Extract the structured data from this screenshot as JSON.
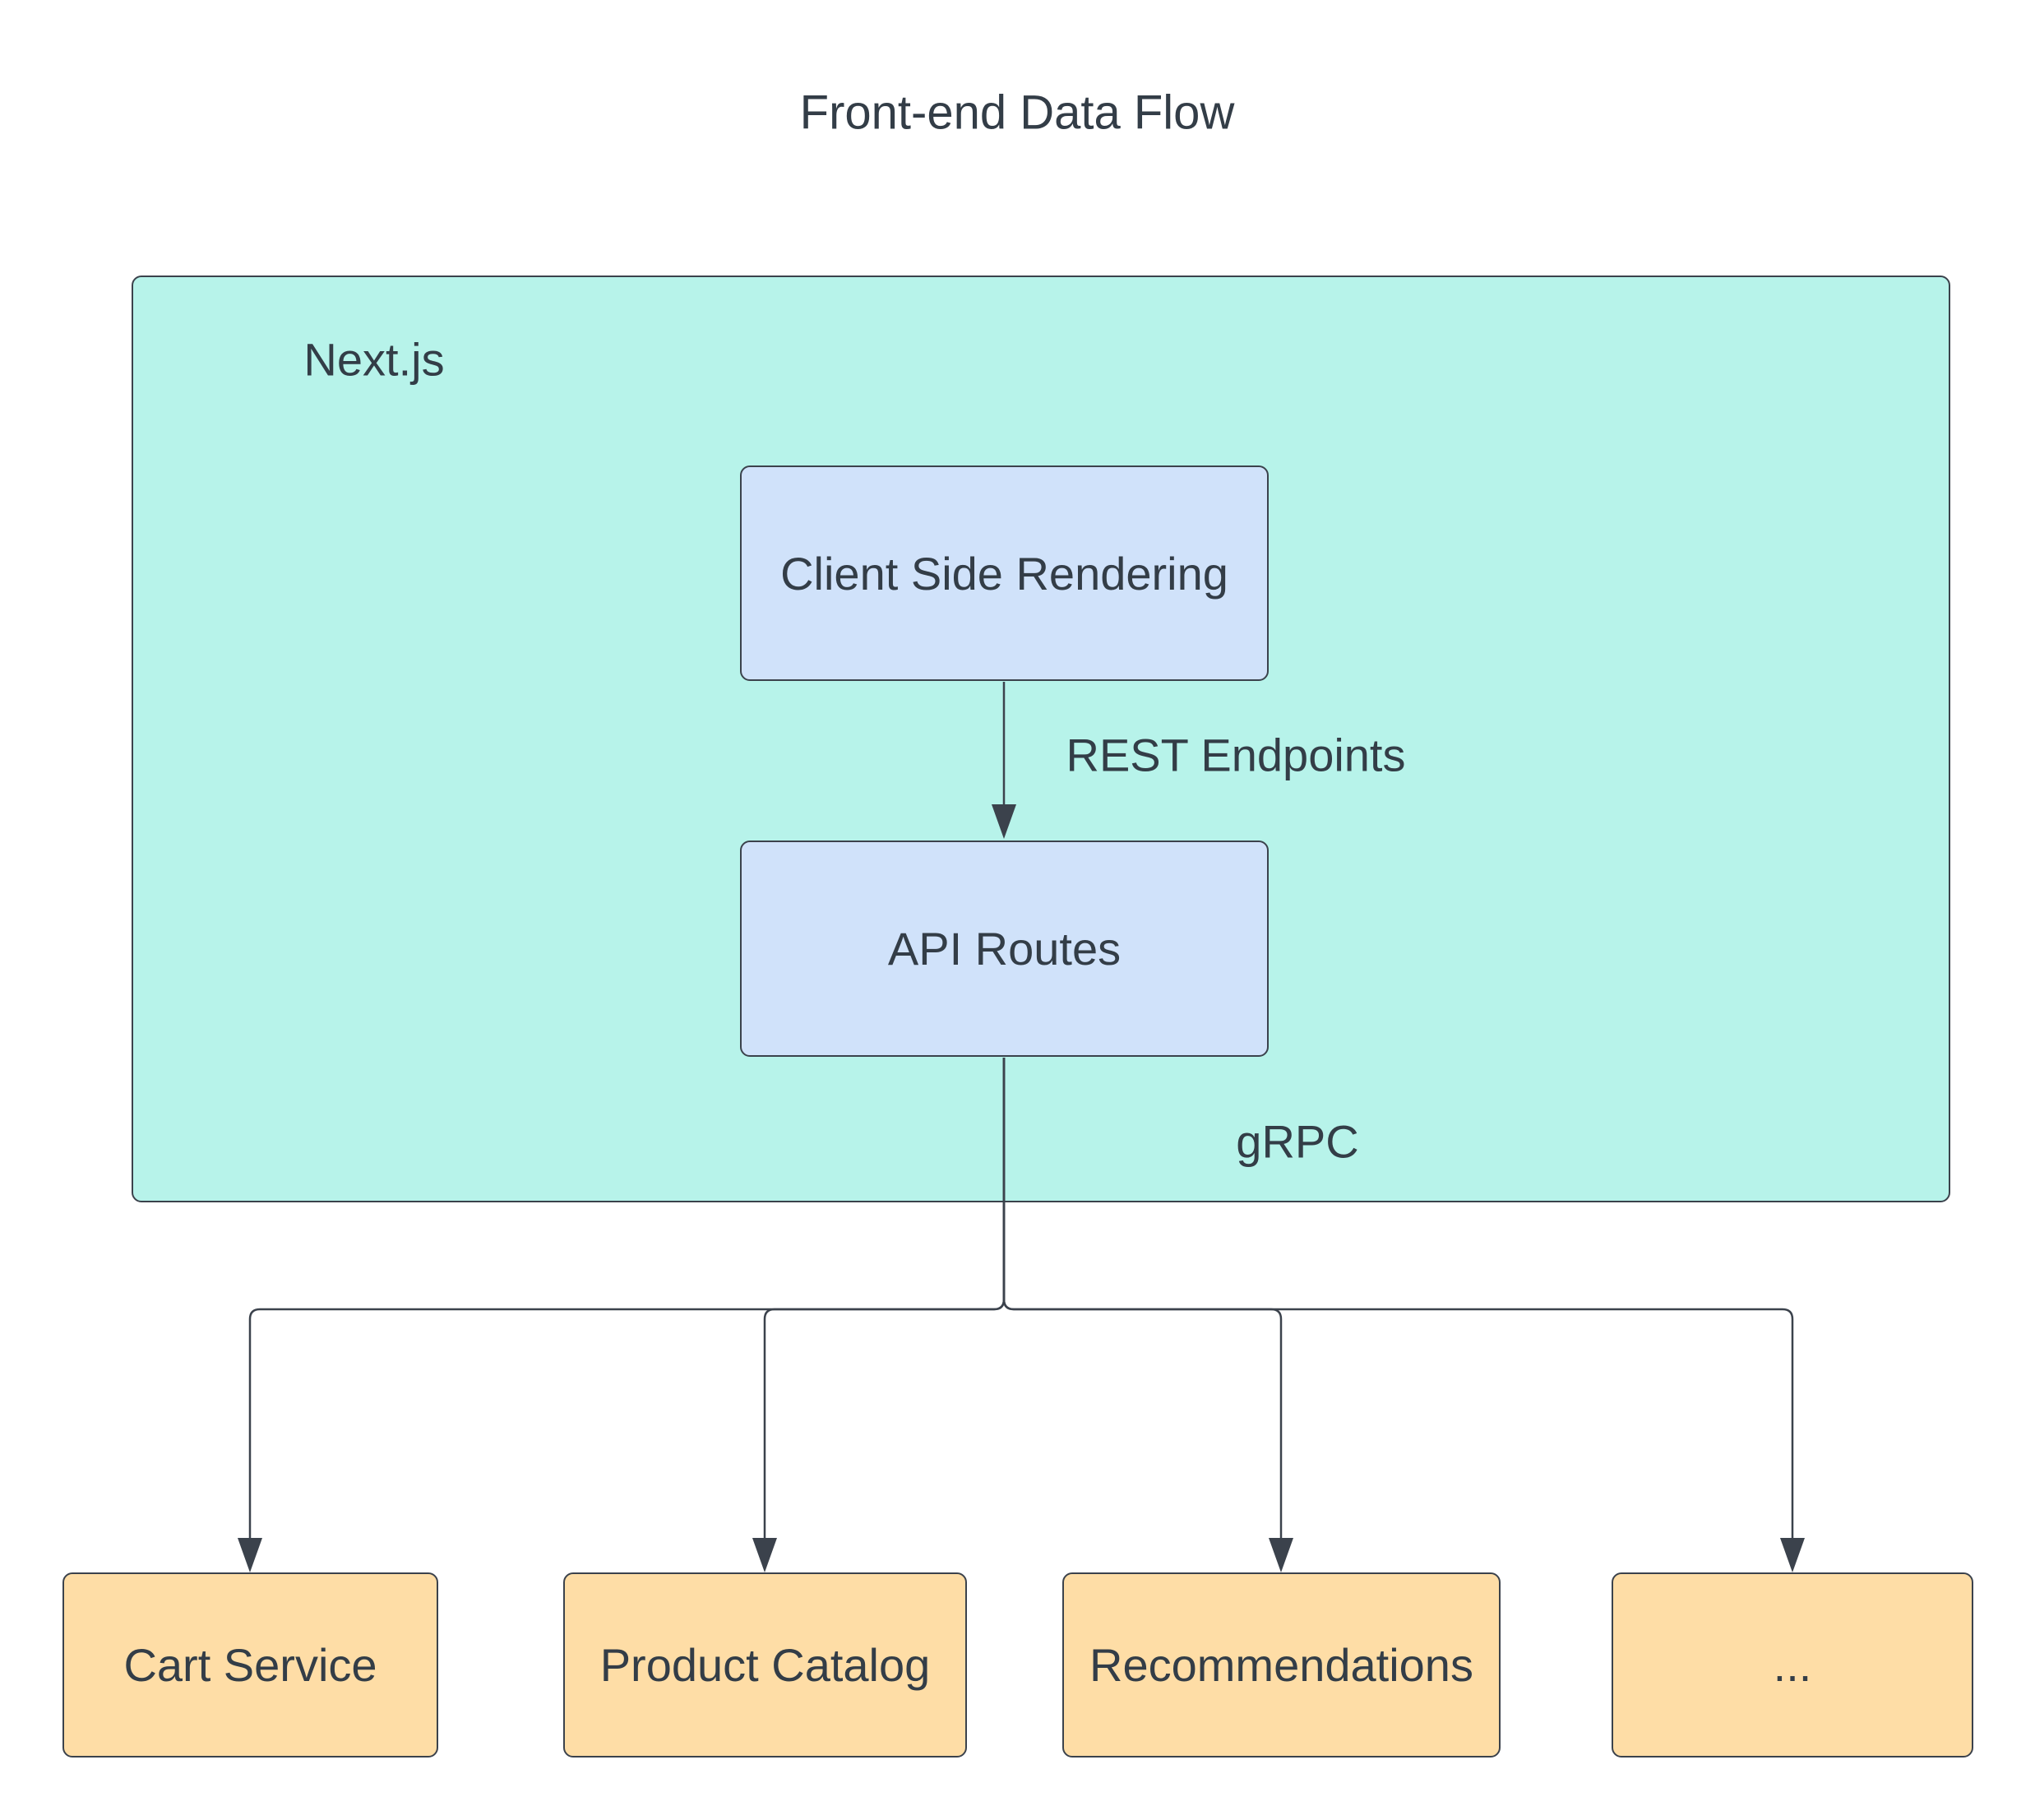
{
  "title": "Front-end Data Flow",
  "container": {
    "label": "Next.js"
  },
  "nodes": {
    "csr": {
      "label": "Client Side Rendering"
    },
    "api": {
      "label": "API Routes"
    },
    "cart": {
      "label": "Cart Service"
    },
    "product": {
      "label": "Product Catalog"
    },
    "recommendations": {
      "label": "Recommendations"
    },
    "more": {
      "label": "..."
    }
  },
  "edge_labels": {
    "rest": "REST Endpoints",
    "grpc": "gRPC"
  },
  "colors": {
    "teal": "#b7f3ea",
    "blue": "#d0e2fa",
    "orange": "#fedda6",
    "stroke": "#3b424c",
    "text": "#333d47",
    "bg": "#ffffff"
  }
}
